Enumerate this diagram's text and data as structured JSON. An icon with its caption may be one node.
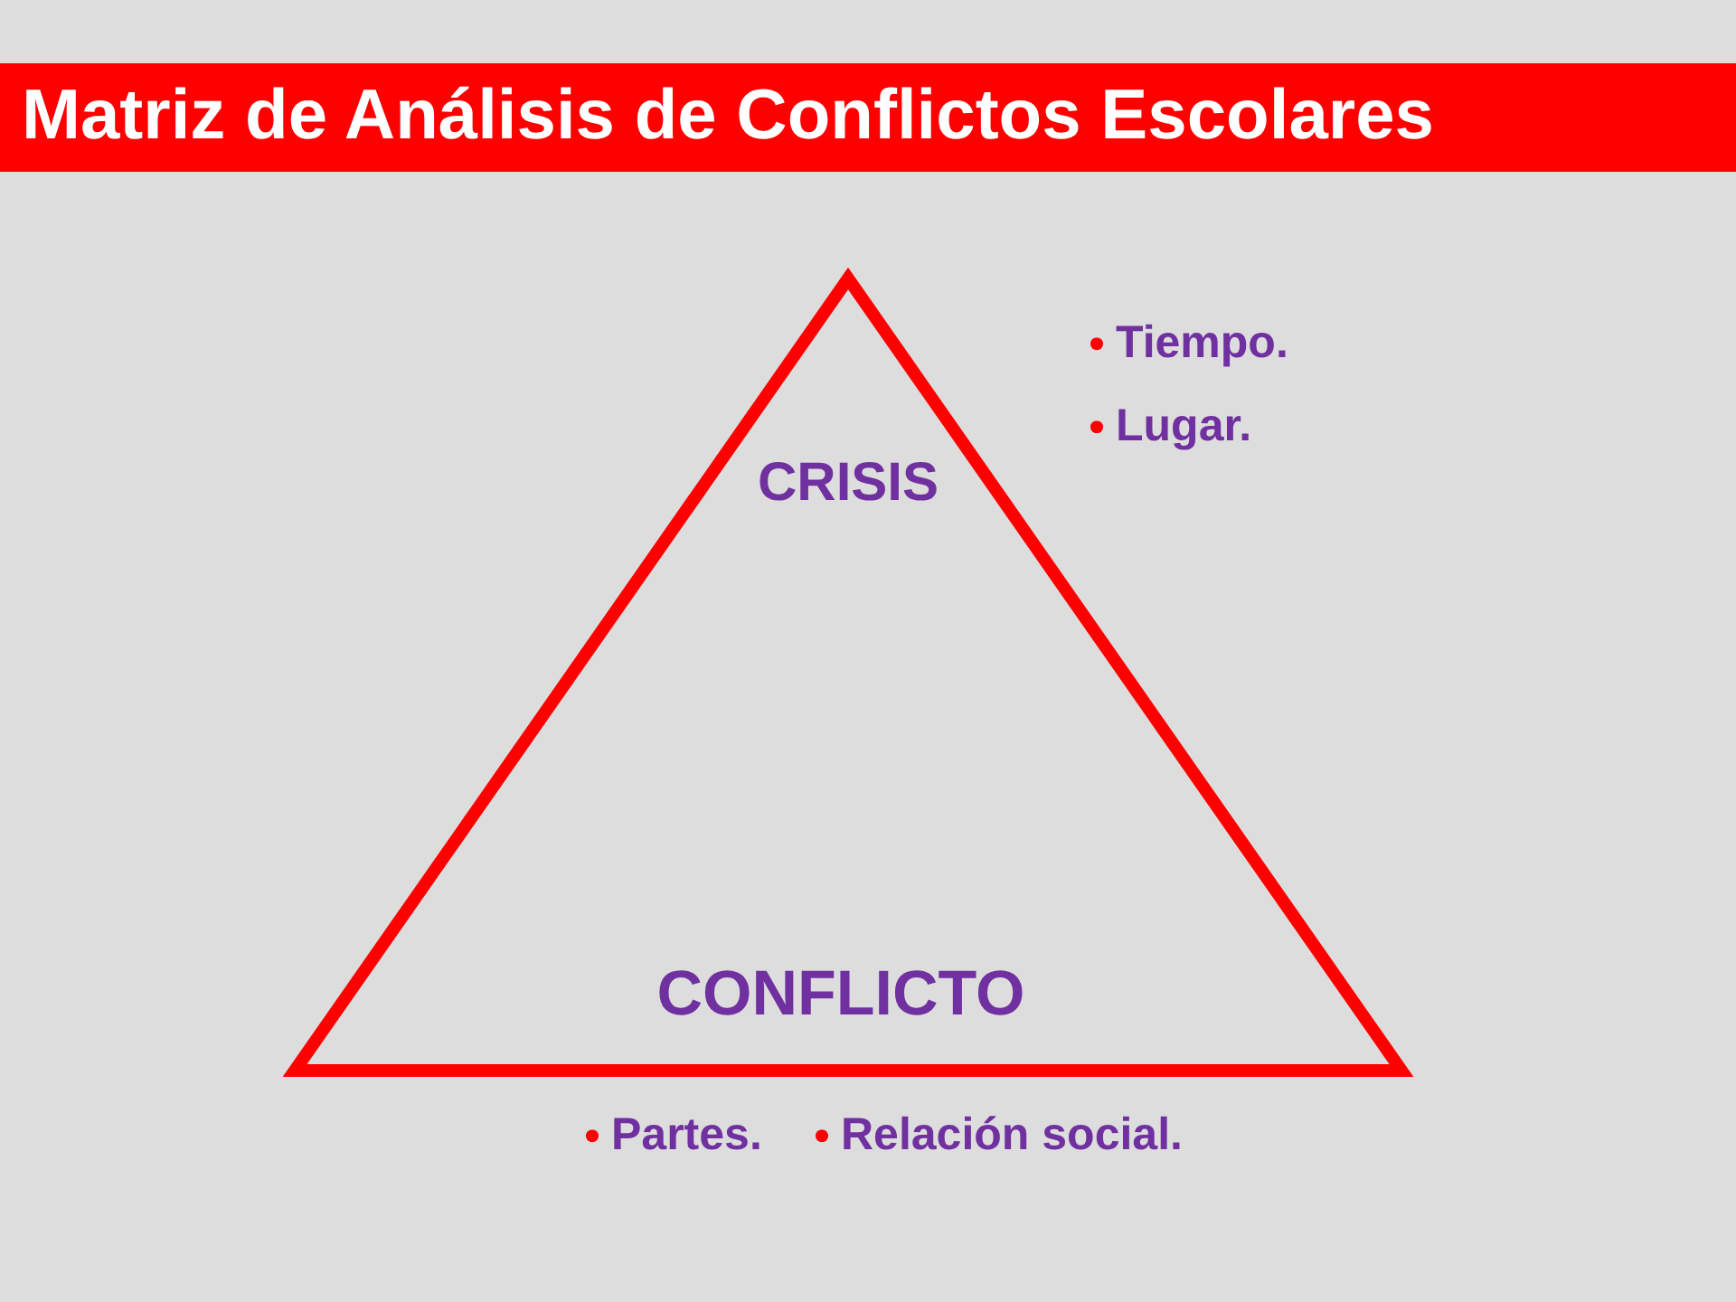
{
  "diagram": {
    "title": "Matriz de Análisis de Conflictos Escolares",
    "nodes": [
      {
        "text": [
          "CRISIS",
          "CONFLICTO"
        ],
        "beside": [
          "Tiempo.",
          "Lugar.",
          "Partes.",
          "Relación social."
        ]
      }
    ]
  }
}
